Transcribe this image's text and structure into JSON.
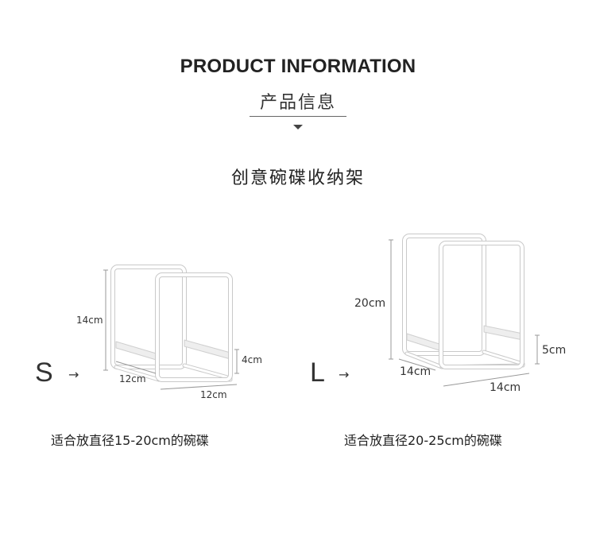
{
  "header": {
    "title_en": "PRODUCT INFORMATION",
    "title_cn": "产品信息",
    "subtitle": "创意碗碟收纳架"
  },
  "small": {
    "size": "S",
    "arrow": "→",
    "height": "14cm",
    "depth": "12cm",
    "width": "12cm",
    "bar_height": "4cm",
    "description": "适合放直径15-20cm的碗碟"
  },
  "large": {
    "size": "L",
    "arrow": "→",
    "height": "20cm",
    "depth": "14cm",
    "width": "14cm",
    "bar_height": "5cm",
    "description": "适合放直径20-25cm的碗碟"
  },
  "colors": {
    "frame": "#ffffff",
    "frame_edge": "#c8c8c8",
    "dim_line": "#999999"
  }
}
